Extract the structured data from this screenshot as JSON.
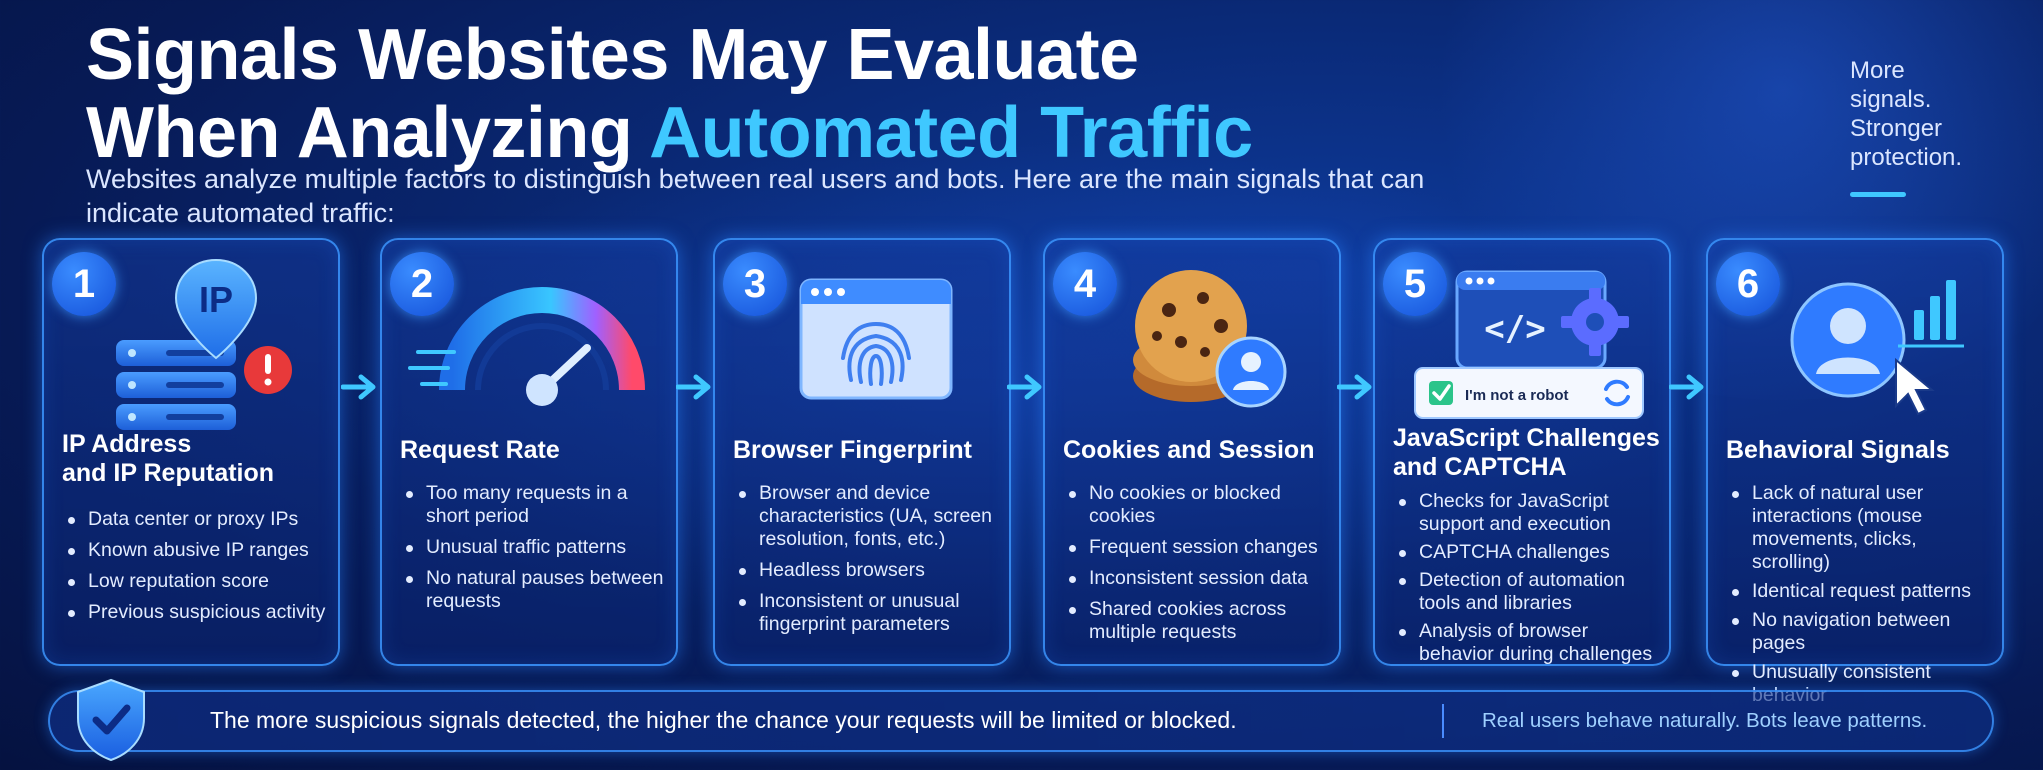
{
  "header": {
    "title_line1": "Signals Websites May Evaluate",
    "title_line2_prefix": "When Analyzing ",
    "title_line2_accent": "Automated Traffic",
    "subtitle": "Websites analyze multiple factors to distinguish between real users and bots. Here are the main signals that can indicate automated traffic:"
  },
  "side_note": {
    "line1": "More",
    "line2": "signals.",
    "line3": "Stronger",
    "line4": "protection."
  },
  "cards": [
    {
      "number": "1",
      "illustration": "server-ip-warning-icon",
      "title_line1": "IP Address",
      "title_line2": "and IP Reputation",
      "items": [
        "Data center or proxy IPs",
        "Known abusive IP ranges",
        "Low reputation score",
        "Previous suspicious activity"
      ]
    },
    {
      "number": "2",
      "illustration": "speedometer-icon",
      "title_line1": "Request Rate",
      "items": [
        "Too many requests in a short period",
        "Unusual traffic patterns",
        "No natural pauses between requests"
      ]
    },
    {
      "number": "3",
      "illustration": "browser-fingerprint-icon",
      "title_line1": "Browser Fingerprint",
      "items": [
        "Browser and device characteristics (UA, screen resolution, fonts, etc.)",
        "Headless browsers",
        "Inconsistent or unusual fingerprint parameters"
      ]
    },
    {
      "number": "4",
      "illustration": "cookies-user-icon",
      "title_line1": "Cookies and Session",
      "items": [
        "No cookies or blocked cookies",
        "Frequent session changes",
        "Inconsistent session data",
        "Shared cookies across multiple requests"
      ]
    },
    {
      "number": "5",
      "illustration": "code-captcha-icon",
      "captcha_label": "I'm not a robot",
      "code_glyph": "</>",
      "title_line1": "JavaScript Challenges",
      "title_line2": "and CAPTCHA",
      "items": [
        "Checks for JavaScript support and execution",
        "CAPTCHA challenges",
        "Detection of automation tools and libraries",
        "Analysis of browser behavior during challenges"
      ]
    },
    {
      "number": "6",
      "illustration": "user-cursor-icon",
      "title_line1": "Behavioral Signals",
      "items": [
        "Lack of natural user interactions (mouse movements, clicks, scrolling)",
        "Identical request patterns",
        "No navigation between pages",
        "Unusually consistent behavior"
      ]
    }
  ],
  "footer": {
    "message": "The more suspicious signals detected, the higher the chance your requests will be limited or blocked.",
    "tagline": "Real users behave naturally. Bots leave patterns."
  },
  "colors": {
    "accent": "#3fc8ff",
    "badge": "#1f6bff",
    "border": "#3c96ff",
    "warning": "#e8393a"
  }
}
